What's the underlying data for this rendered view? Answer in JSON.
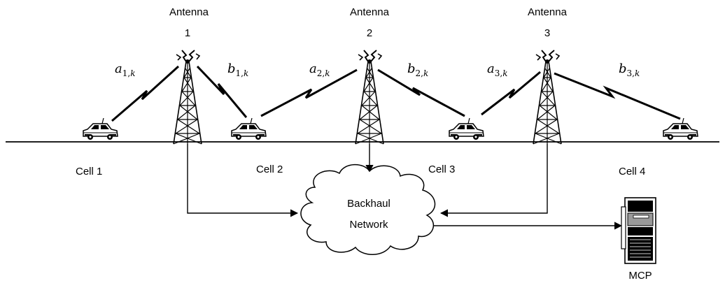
{
  "antennas": [
    {
      "label": "Antenna",
      "number": "1"
    },
    {
      "label": "Antenna",
      "number": "2"
    },
    {
      "label": "Antenna",
      "number": "3"
    }
  ],
  "links": [
    {
      "symbol": "a",
      "sub_num": "1",
      "sub_k": "k"
    },
    {
      "symbol": "b",
      "sub_num": "1",
      "sub_k": "k"
    },
    {
      "symbol": "a",
      "sub_num": "2",
      "sub_k": "k"
    },
    {
      "symbol": "b",
      "sub_num": "2",
      "sub_k": "k"
    },
    {
      "symbol": "a",
      "sub_num": "3",
      "sub_k": "k"
    },
    {
      "symbol": "b",
      "sub_num": "3",
      "sub_k": "k"
    }
  ],
  "cells": [
    "Cell 1",
    "Cell 2",
    "Cell 3",
    "Cell 4"
  ],
  "backhaul": {
    "line1": "Backhaul",
    "line2": "Network"
  },
  "mcp": {
    "label": "MCP"
  }
}
